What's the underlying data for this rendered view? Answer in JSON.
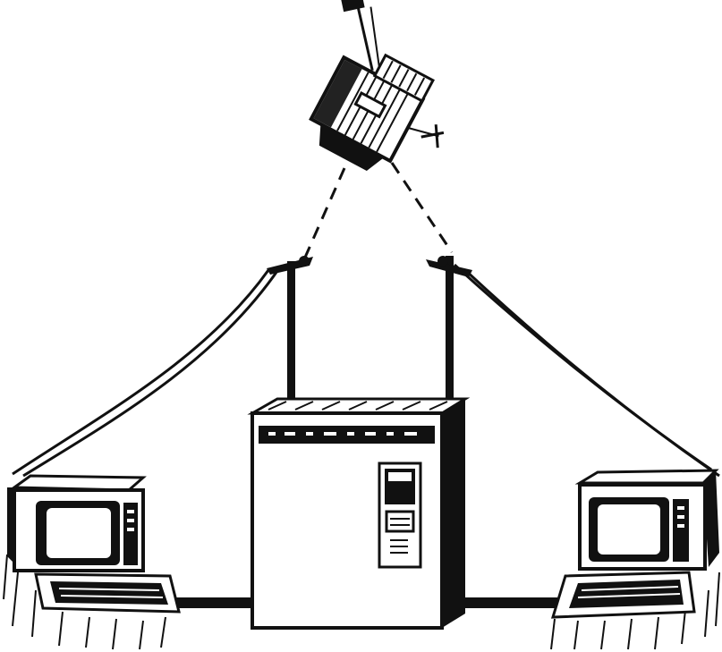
{
  "figure": {
    "components": [
      {
        "id": "satellite",
        "icon": "satellite-icon"
      },
      {
        "id": "left-antenna-mast",
        "icon": "antenna-mast-icon"
      },
      {
        "id": "right-antenna-mast",
        "icon": "antenna-mast-icon"
      },
      {
        "id": "central-server",
        "icon": "server-cabinet-icon"
      },
      {
        "id": "left-terminal",
        "icon": "computer-terminal-icon"
      },
      {
        "id": "right-terminal",
        "icon": "computer-terminal-icon"
      }
    ],
    "links": [
      {
        "from": "left-antenna-mast",
        "to": "satellite",
        "style": "dashed"
      },
      {
        "from": "right-antenna-mast",
        "to": "satellite",
        "style": "dashed"
      },
      {
        "from": "left-antenna-mast",
        "to": "left-terminal",
        "style": "cable"
      },
      {
        "from": "right-antenna-mast",
        "to": "right-terminal",
        "style": "cable"
      },
      {
        "from": "central-server",
        "to": "left-terminal",
        "style": "ground-cable"
      },
      {
        "from": "central-server",
        "to": "right-terminal",
        "style": "ground-cable"
      }
    ],
    "colors": {
      "ink": "#111111",
      "paper": "#ffffff"
    }
  }
}
